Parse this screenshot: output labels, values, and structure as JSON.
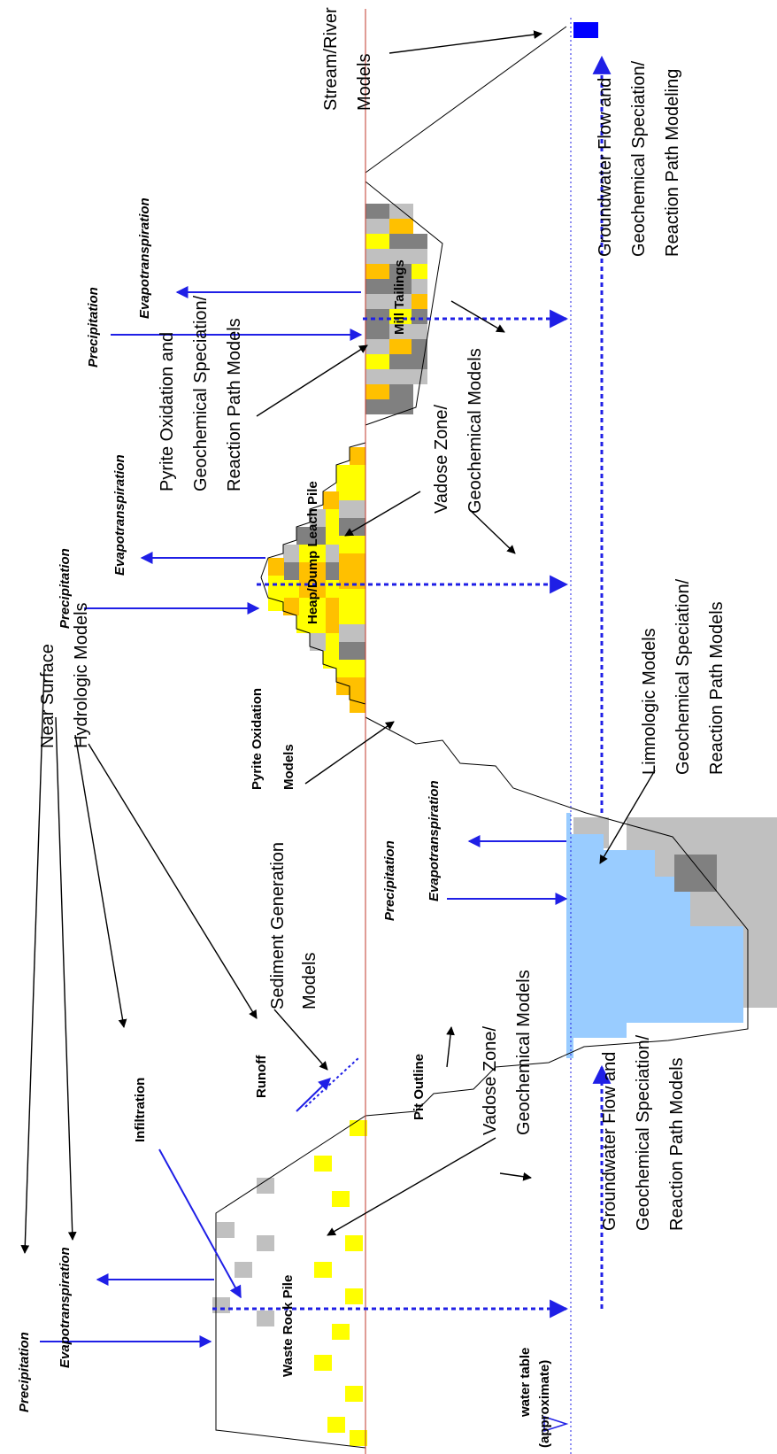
{
  "figure": {
    "waste_rock_pile": "Waste Rock Pile",
    "heap_leach_pile": "Heap/Dump Leach Pile",
    "mill_tailings": "Mill Tailings",
    "pit_outline": "Pit Outline",
    "precipitation": "Precipitation",
    "evapotranspiration": "Evapotranspiration",
    "infiltration": "Infiltration",
    "runoff": "Runoff",
    "near_surface": [
      "Near Surface",
      "Hydrologic Models"
    ],
    "sediment": [
      "Sediment Generation",
      "Models"
    ],
    "vadose": [
      "Vadose Zone/",
      "Geochemical Models"
    ],
    "groundwater_left": [
      "Groundwater Flow and",
      "Geochemical Speciation/",
      "Reaction Path Models"
    ],
    "groundwater_right": [
      "Groundwater Flow and",
      "Geochemical Speciation/",
      "Reaction Path Modeling"
    ],
    "pyrite_oxidation_models": [
      "Pyrite Oxidation",
      "Models"
    ],
    "pyrite_geochem": [
      "Pyrite Oxidation and",
      "Geochemical Speciation/",
      "Reaction Path Models"
    ],
    "limnologic": [
      "Limnologic Models",
      "Geochemical Speciation/",
      "Reaction Path Models"
    ],
    "stream_river": [
      "Stream/River",
      "Models"
    ],
    "water_table": [
      "water table",
      "(approximate)"
    ]
  },
  "colors": {
    "water_arrow": "#1f1fe6",
    "pit_lake": "#99ccff",
    "yellow": "#ffff00",
    "orange": "#ffc000",
    "light_gray": "#c0c0c0",
    "dark_gray": "#808080",
    "ground_line": "#c0392b",
    "stream": "#0000ff"
  }
}
